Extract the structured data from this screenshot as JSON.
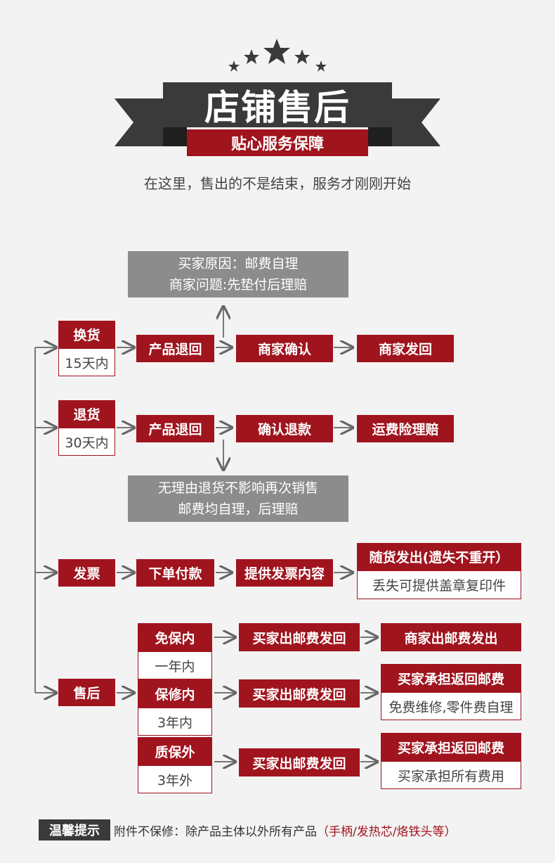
{
  "header": {
    "title": "店铺售后",
    "subtitle": "贴心服务保障",
    "tagline": "在这里，售出的不是结束，服务才刚刚开始"
  },
  "exchange": {
    "label": "换货",
    "period": "15天内",
    "step1": "产品退回",
    "step2": "商家确认",
    "step3": "商家发回",
    "note_line1": "买家原因：邮费自理",
    "note_line2": "商家问题:先垫付后理赔"
  },
  "return": {
    "label": "退货",
    "period": "30天内",
    "step1": "产品退回",
    "step2": "确认退款",
    "step3": "运费险理赔",
    "note_line1": "无理由退货不影响再次销售",
    "note_line2": "邮费均自理，后理赔"
  },
  "invoice": {
    "label": "发票",
    "step1": "下单付款",
    "step2": "提供发票内容",
    "result_title": "随货发出(遗失不重开）",
    "result_sub": "丢失可提供盖章复印件"
  },
  "after_sale": {
    "label": "售后",
    "tiers": [
      {
        "label": "免保内",
        "period": "一年内",
        "step": "买家出邮费发回",
        "result_title": "商家出邮费发出",
        "result_sub": ""
      },
      {
        "label": "保修内",
        "period": "3年内",
        "step": "买家出邮费发回",
        "result_title": "买家承担返回邮费",
        "result_sub": "免费维修,零件费自理"
      },
      {
        "label": "质保外",
        "period": "3年外",
        "step": "买家出邮费发回",
        "result_title": "买家承担返回邮费",
        "result_sub": "买家承担所有费用"
      }
    ]
  },
  "footer": {
    "tag": "温馨提示",
    "text": "附件不保修：除产品主体以外所有产品",
    "highlight": "（手柄/发热芯/烙铁头等）"
  },
  "colors": {
    "accent": "#a0141e",
    "dark": "#3a3a3a",
    "grey": "#8c8c8c",
    "background": "#f3f3f3"
  }
}
